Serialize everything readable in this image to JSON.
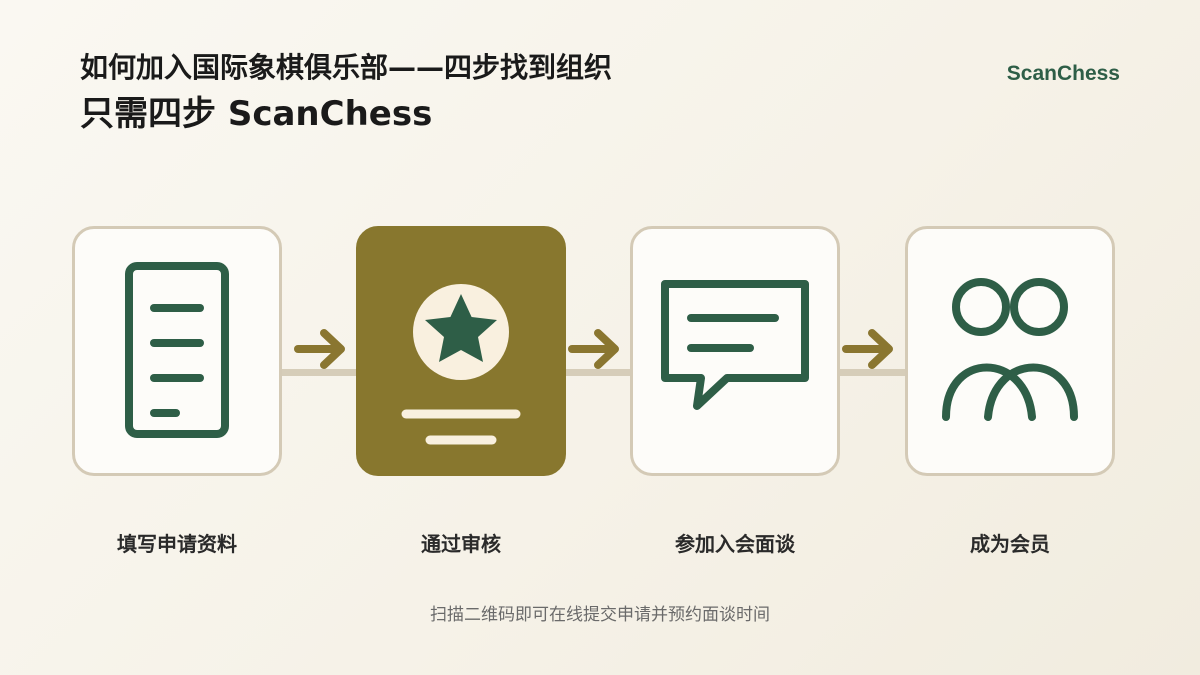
{
  "header": {
    "title_line1": "如何加入国际象棋俱乐部——四步找到组织",
    "title_line2": "只需四步 ScanChess",
    "brand": "ScanChess"
  },
  "steps": [
    {
      "label": "填写申请资料",
      "icon": "document-icon",
      "active": false
    },
    {
      "label": "通过审核",
      "icon": "star-badge-icon",
      "active": true
    },
    {
      "label": "参加入会面谈",
      "icon": "speech-bubble-icon",
      "active": false
    },
    {
      "label": "成为会员",
      "icon": "people-icon",
      "active": false
    }
  ],
  "footer": {
    "note": "扫描二维码即可在线提交申请并预约面谈时间"
  },
  "colors": {
    "accent_green": "#2e5e47",
    "accent_olive": "#88772e",
    "arrow": "#8a7630",
    "card_border": "#d4cab6"
  }
}
